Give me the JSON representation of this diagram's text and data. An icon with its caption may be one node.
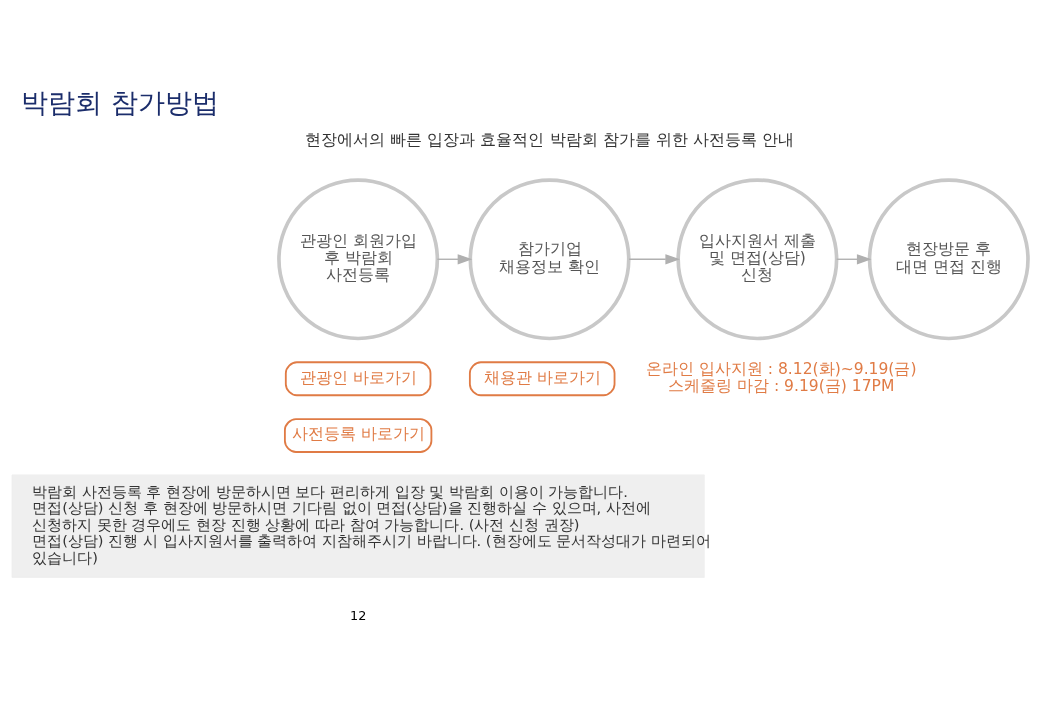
{
  "diagram": {
    "title": "박람회 참가방법",
    "nodes": [
      {
        "text": [
          "관광인 회원가입 후 박람회 사전등록"
        ]
      },
      {
        "text": [
          "참가기업 채용정보 확인"
        ]
      },
      {
        "text": [
          "입사지원서 제출 및 면접(상담) 신청"
        ],
        "beside": [
          "온라인 입사지원 : 8.12(화)~9.19(금)",
          "스케줄링 마감 : 9.19(금) 17PM"
        ]
      },
      {
        "text": [
          "현장방문 후 대면 면접 진행"
        ]
      },
      {
        "text": [
          "관광인 바로가기"
        ]
      },
      {
        "text": [
          "사전등록 바로가기"
        ]
      },
      {
        "text": [
          "채용관 바로가기"
        ]
      },
      {
        "text": [
          "박람회 사전등록 후 현장에 방문하시면 보다 편리하게 입장 및 박람회 이용이 가능합니다.",
          "면접(상담) 신청 후 현장에 방문하시면 기다림 없이 면접(상담)을 진행하실 수 있으며, 사전에 신청하지 못한 경우에도 현장 진행 상황에 따라 참여 가능합니다. (사전 신청 권장)",
          "면접(상담) 진행 시 입사지원서를 출력하여 지참해주시기 바랍니다. (현장에도 문서작성대가 마련되어 있습니다)"
        ]
      }
    ],
    "edges": [
      {
        "from": 0,
        "to": 1,
        "arrow": "to"
      },
      {
        "from": 1,
        "to": 2,
        "arrow": "to"
      },
      {
        "from": 2,
        "to": 3,
        "arrow": "to"
      }
    ],
    "labels": [
      "현장에서의 빠른 입장과 효율적인 박람회 참가를 위한 사전등록 안내",
      "12"
    ]
  }
}
